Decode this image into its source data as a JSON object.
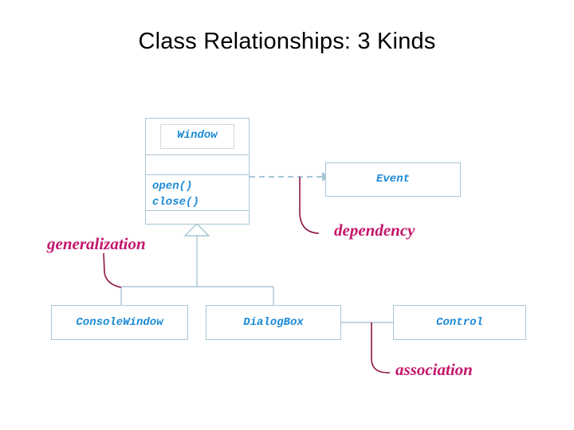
{
  "slide": {
    "title": "Class Relationships: 3 Kinds",
    "background_color": "#ffffff",
    "title_color": "#000000"
  },
  "palette": {
    "class_border": "#a9c6d6",
    "class_text": "#1b8ad6",
    "connector": "#a9c6d6",
    "annotation": "#c4166c",
    "selection_outline": "#b9b0a6"
  },
  "diagram": {
    "type": "uml-class-diagram",
    "classes": [
      {
        "id": "window",
        "name": "Window",
        "attributes": [],
        "operations": [
          "open()",
          "close()"
        ],
        "selected": true
      },
      {
        "id": "event",
        "name": "Event",
        "attributes": [],
        "operations": []
      },
      {
        "id": "console_window",
        "name": "ConsoleWindow",
        "attributes": [],
        "operations": []
      },
      {
        "id": "dialog_box",
        "name": "DialogBox",
        "attributes": [],
        "operations": []
      },
      {
        "id": "control",
        "name": "Control",
        "attributes": [],
        "operations": []
      }
    ],
    "relationships": [
      {
        "kind": "dependency",
        "label": "dependency",
        "from": "Window",
        "to": "Event",
        "line_style": "dashed",
        "arrowhead": "open"
      },
      {
        "kind": "generalization",
        "label": "generalization",
        "from": "ConsoleWindow, DialogBox",
        "to": "Window",
        "line_style": "solid",
        "arrowhead": "hollow-triangle"
      },
      {
        "kind": "association",
        "label": "association",
        "from": "DialogBox",
        "to": "Control",
        "line_style": "solid",
        "arrowhead": "none"
      }
    ],
    "annotations": [
      {
        "id": "ann-dependency",
        "text": "dependency"
      },
      {
        "id": "ann-generalization",
        "text": "generalization"
      },
      {
        "id": "ann-association",
        "text": "association"
      }
    ]
  }
}
